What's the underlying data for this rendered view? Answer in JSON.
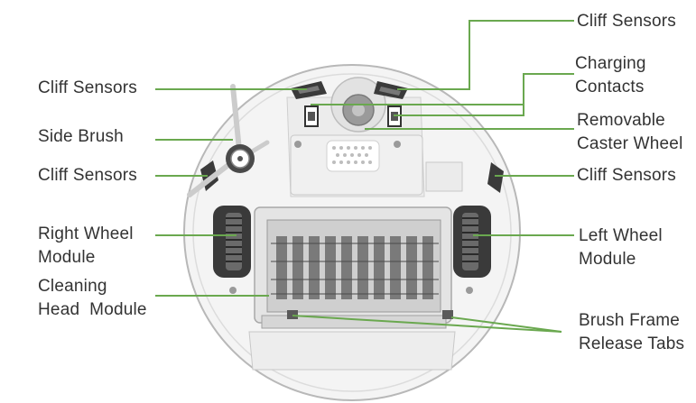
{
  "colors": {
    "leader_line": "#6aa84f",
    "robot_body": "#f2f2f2",
    "robot_outline": "#b5b5b5",
    "label_text": "#333333",
    "dark_part": "#3a3a3a"
  },
  "labels": {
    "left": {
      "cliff_sensors_top": "Cliff Sensors",
      "side_brush": "Side Brush",
      "cliff_sensors_mid": "Cliff Sensors",
      "right_wheel_line1": "Right Wheel",
      "right_wheel_line2": "Module",
      "cleaning_head_line1": "Cleaning",
      "cleaning_head_line2": "Head  Module"
    },
    "right": {
      "cliff_sensors_top": "Cliff Sensors",
      "charging_line1": "Charging",
      "charging_line2": "Contacts",
      "caster_line1": "Removable",
      "caster_line2": "Caster Wheel",
      "cliff_sensors_mid": "Cliff Sensors",
      "left_wheel_line1": "Left Wheel",
      "left_wheel_line2": "Module",
      "brush_frame_line1": "Brush Frame",
      "brush_frame_line2": "Release Tabs"
    }
  }
}
